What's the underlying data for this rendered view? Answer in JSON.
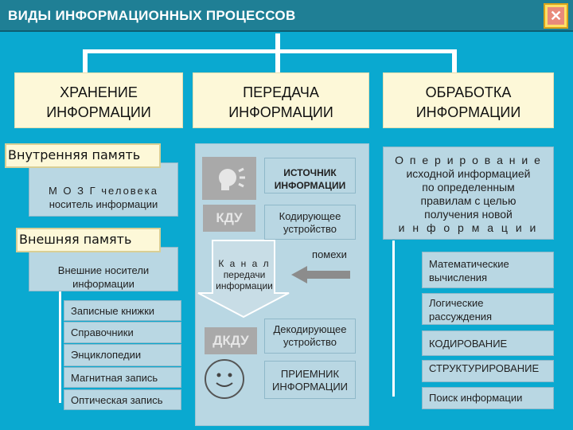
{
  "header": {
    "title": "ВИДЫ ИНФОРМАЦИОННЫХ ПРОЦЕССОВ",
    "close_glyph": "✕"
  },
  "categories": {
    "storage": [
      "ХРАНЕНИЕ",
      "ИНФОРМАЦИИ"
    ],
    "transfer": [
      "ПЕРЕДАЧА",
      "ИНФОРМАЦИИ"
    ],
    "processing": [
      "ОБРАБОТКА",
      "ИНФОРМАЦИИ"
    ]
  },
  "storage": {
    "internal_label": "Внутренняя память",
    "internal_box": [
      "М О З Г человека",
      "носитель информации"
    ],
    "external_label": "Внешняя память",
    "external_box": [
      "Внешние носители",
      "информации"
    ],
    "items": [
      "Записные книжки",
      "Справочники",
      "Энциклопедии",
      "Магнитная запись",
      "Оптическая запись"
    ]
  },
  "transfer": {
    "source": [
      "ИСТОЧНИК",
      "ИНФОРМАЦИИ"
    ],
    "kdu": "КДУ",
    "encoder": [
      "Кодирующее",
      "устройство"
    ],
    "noise": "помехи",
    "channel": [
      "К а н а л",
      "передачи",
      "информации"
    ],
    "dkdu": "ДКДУ",
    "decoder": [
      "Декодирующее",
      "устройство"
    ],
    "receiver": [
      "ПРИЕМНИК",
      "ИНФОРМАЦИИ"
    ],
    "face_glyph": "☺"
  },
  "processing": {
    "operating": [
      "О п е р и р о в а н и е",
      "исходной   информацией",
      "по    определенным",
      "правилам     с    целью",
      "получения       новой",
      "и н ф о р м а ц и и"
    ],
    "items": [
      [
        "Математические",
        "вычисления"
      ],
      [
        "Логические",
        "рассуждения"
      ],
      [
        "КОДИРОВАНИЕ"
      ],
      [
        "СТРУКТУРИРОВАНИЕ"
      ],
      [
        "Поиск  информации"
      ]
    ]
  },
  "colors": {
    "background": "#0aa9d0",
    "titlebar": "#1f7f95",
    "header_box": "#fdf8d8",
    "panel": "#b9d7e3"
  }
}
